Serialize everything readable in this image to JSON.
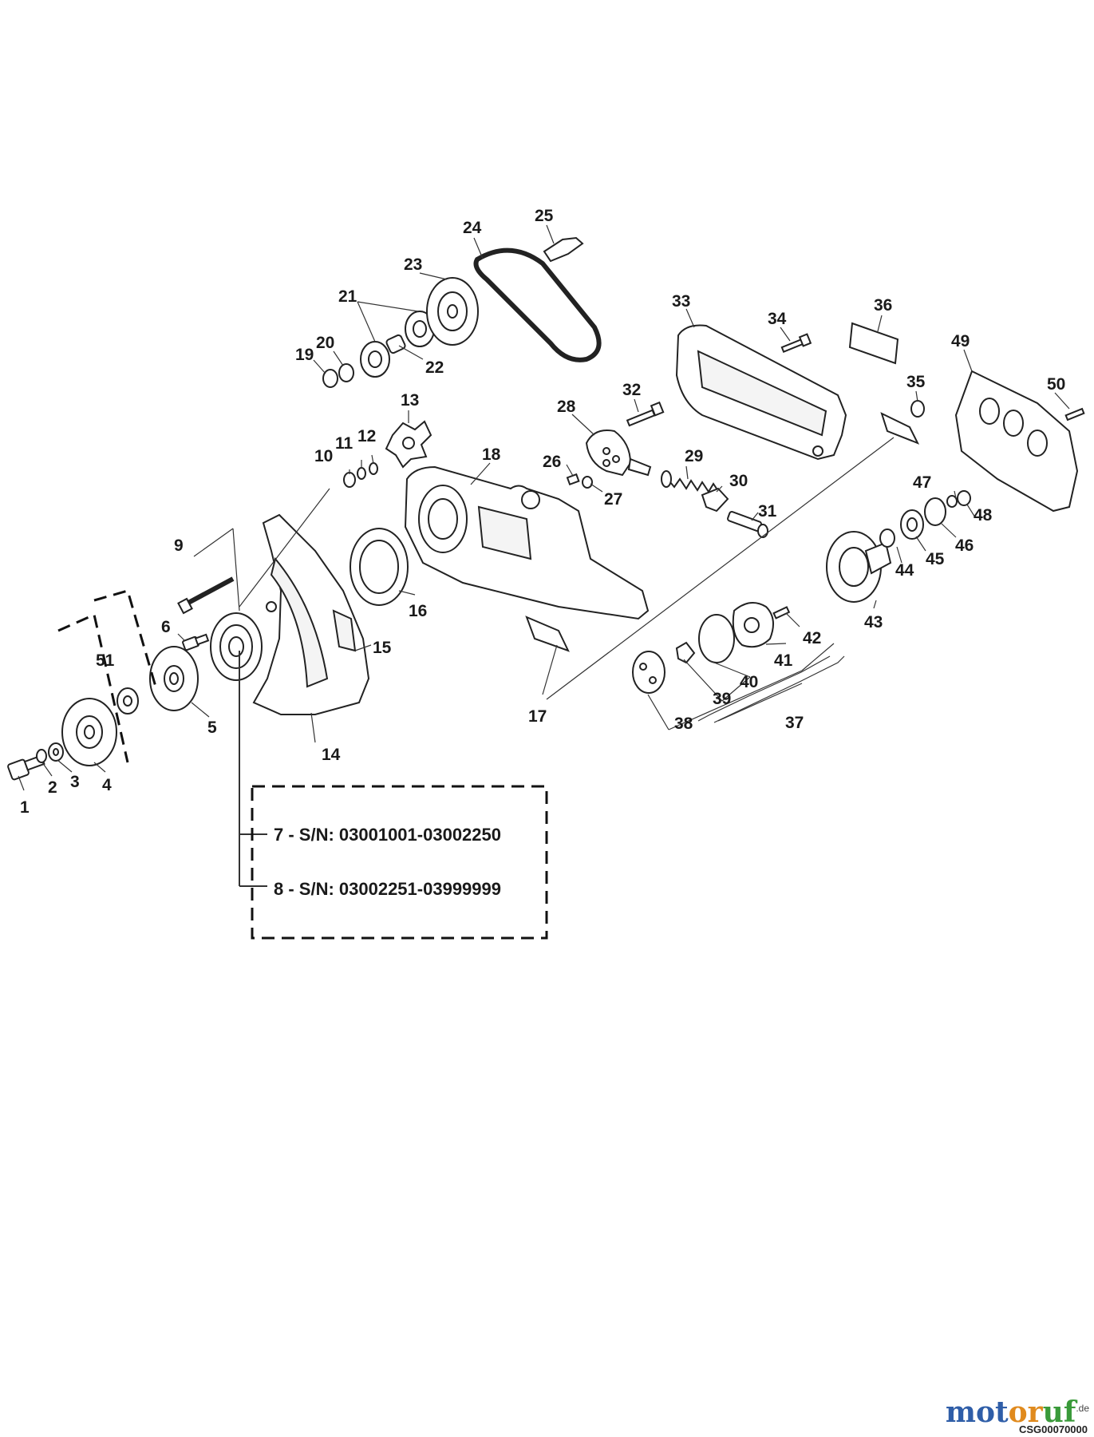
{
  "callouts": [
    "1",
    "2",
    "3",
    "4",
    "5",
    "6",
    "9",
    "10",
    "11",
    "12",
    "13",
    "14",
    "15",
    "16",
    "17",
    "18",
    "19",
    "20",
    "21",
    "22",
    "23",
    "24",
    "25",
    "26",
    "27",
    "28",
    "29",
    "30",
    "31",
    "32",
    "33",
    "34",
    "35",
    "36",
    "37",
    "38",
    "39",
    "40",
    "41",
    "42",
    "43",
    "44",
    "45",
    "46",
    "47",
    "48",
    "49",
    "50",
    "51"
  ],
  "notes": {
    "variant_7": "7 - S/N: 03001001-03002250",
    "variant_8": "8 - S/N: 03002251-03999999"
  },
  "watermark": {
    "brand": "motoruf",
    "suffix": ".de"
  },
  "drawing_code": "CSG00070000"
}
